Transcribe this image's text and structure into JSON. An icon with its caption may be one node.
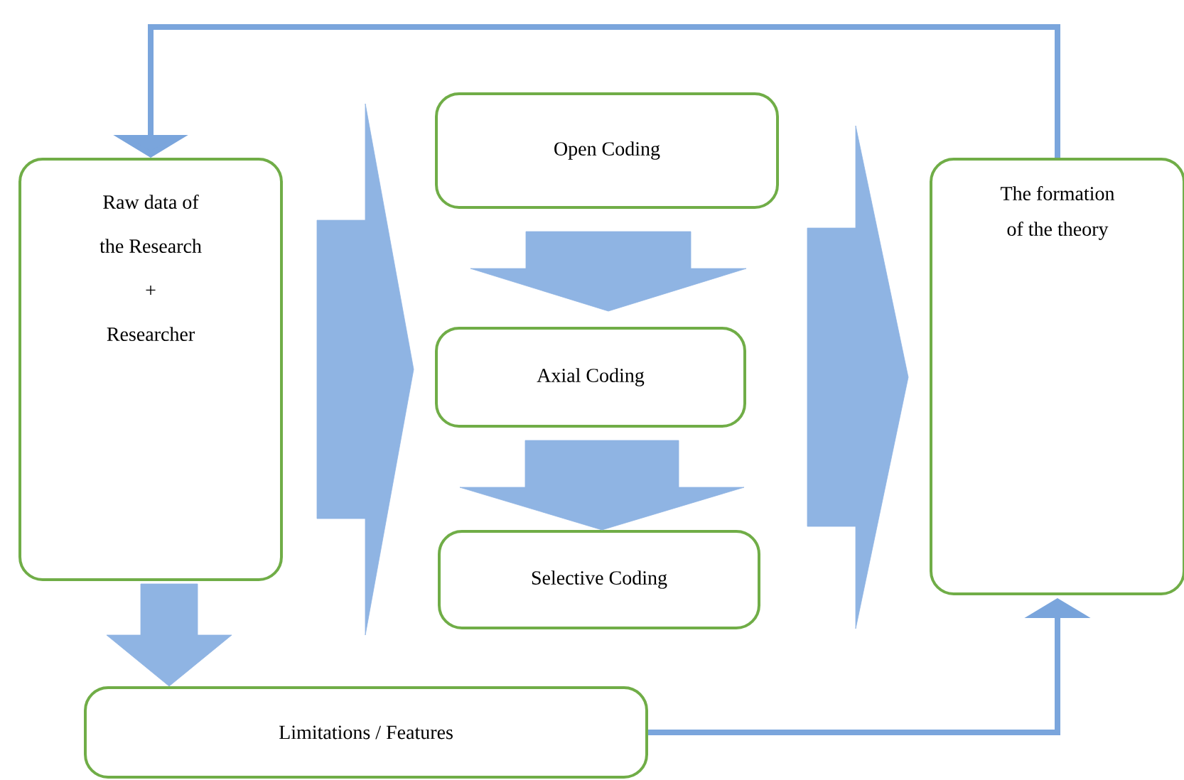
{
  "diagram": {
    "nodes": [
      {
        "text": [
          "Raw data of the Research",
          "+",
          "Researcher"
        ]
      },
      {
        "text": [
          "Open Coding"
        ]
      },
      {
        "text": [
          "Axial Coding"
        ]
      },
      {
        "text": [
          "Selective Coding"
        ]
      },
      {
        "text": [
          "The formation of the theory"
        ]
      },
      {
        "text": [
          "Limitations / Features"
        ]
      }
    ],
    "edges": [
      {
        "from": 0,
        "to": 2,
        "arrow": "to"
      },
      {
        "from": 1,
        "to": 2,
        "arrow": "to"
      },
      {
        "from": 2,
        "to": 3,
        "arrow": "to"
      },
      {
        "from": 2,
        "to": 4,
        "arrow": "to"
      },
      {
        "from": 0,
        "to": 5,
        "arrow": "to"
      },
      {
        "from": 5,
        "to": 4,
        "arrow": "to"
      },
      {
        "from": 4,
        "to": 0,
        "arrow": "to"
      }
    ]
  }
}
